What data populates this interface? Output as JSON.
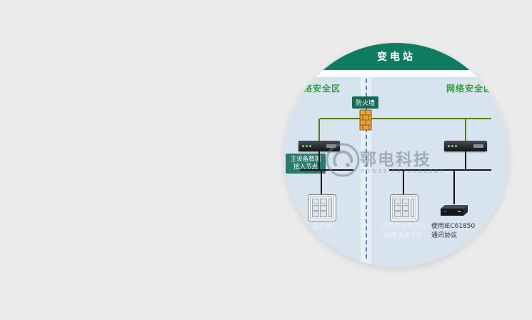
{
  "watermark": {
    "name": "鄂电科技",
    "subtitle": "POWER TECHNOLOGY"
  },
  "diagram": {
    "title": "变电站",
    "zone_left": "网络安全区",
    "zone_right": "网络安全区",
    "firewall_label": "防火墙",
    "node_box": {
      "line1": "主设备数据",
      "line2": "接入节点"
    },
    "device_labels": {
      "left": "保系统",
      "mid1": "交直流保信子站",
      "mid2": "故障录波系统",
      "right1": "使用IEC61850",
      "right2": "通讯协议"
    },
    "colors": {
      "header_green": "#0e7c60",
      "panel_blue": "#d7e3ef",
      "zone_text_green": "#2fa33a",
      "bus_green": "#4e7f1d",
      "divider_blue": "#4a82d8",
      "node_box_teal": "#2a7a6d",
      "firewall_orange": "#e8a33c"
    }
  }
}
